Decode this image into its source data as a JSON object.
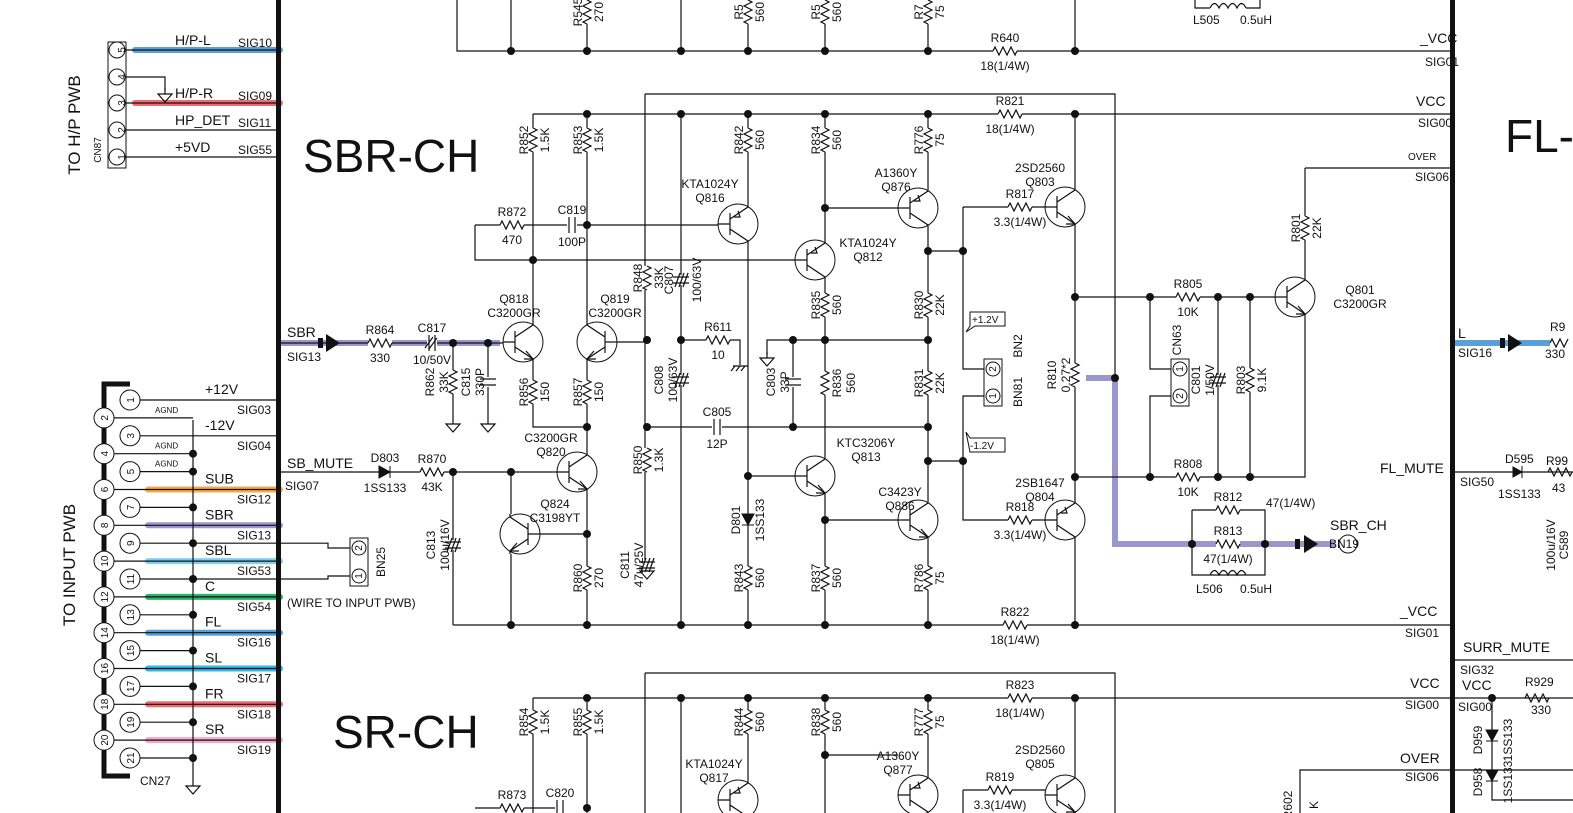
{
  "titles": {
    "sbr": "SBR-CH",
    "sr": "SR-CH",
    "fl": "FL-"
  },
  "hp_connector": {
    "vertical_label": "TO H/P PWB",
    "ref": "CN87",
    "pins": [
      {
        "pin": "5",
        "net": "H/P-L",
        "sig": "SIG10",
        "color": "#5aa0d8"
      },
      {
        "pin": "4",
        "net": "",
        "sig": "",
        "color": ""
      },
      {
        "pin": "3",
        "net": "H/P-R",
        "sig": "SIG09",
        "color": "#f06a70"
      },
      {
        "pin": "2",
        "net": "HP_DET",
        "sig": "SIG11",
        "color": ""
      },
      {
        "pin": "1",
        "net": "+5VD",
        "sig": "SIG55",
        "color": ""
      }
    ]
  },
  "input_connector": {
    "vertical_label": "TO INPUT PWB",
    "ref": "CN27",
    "pins": [
      "1",
      "2",
      "3",
      "4",
      "5",
      "6",
      "7",
      "8",
      "9",
      "10",
      "11",
      "12",
      "13",
      "14",
      "15",
      "16",
      "17",
      "18",
      "19",
      "20",
      "21"
    ],
    "agnd": "AGND",
    "nets": [
      {
        "pin": 1,
        "net": "+12V",
        "sig": "SIG03",
        "color": ""
      },
      {
        "pin": 3,
        "net": "-12V",
        "sig": "SIG04",
        "color": ""
      },
      {
        "pin": 6,
        "net": "SUB",
        "sig": "SIG12",
        "color": "#f7a94a"
      },
      {
        "pin": 8,
        "net": "SBR",
        "sig": "SIG13",
        "color": "#9a97cc"
      },
      {
        "pin": 10,
        "net": "SBL",
        "sig": "SIG53",
        "color": "#7fd0ef"
      },
      {
        "pin": 12,
        "net": "C",
        "sig": "SIG54",
        "color": "#2db36a"
      },
      {
        "pin": 14,
        "net": "FL",
        "sig": "SIG16",
        "color": "#5aa0d8"
      },
      {
        "pin": 16,
        "net": "SL",
        "sig": "SIG17",
        "color": "#2ab7ec"
      },
      {
        "pin": 18,
        "net": "FR",
        "sig": "SIG18",
        "color": "#f06a70"
      },
      {
        "pin": 20,
        "net": "SR",
        "sig": "SIG19",
        "color": "#f5a8c8"
      }
    ],
    "bn25": {
      "ref": "BN25",
      "pins": [
        "2",
        "1"
      ],
      "note": "(WIRE TO INPUT PWB)"
    }
  },
  "nets": {
    "sbr_in": "SBR",
    "sbr_in_sig": "SIG13",
    "sb_mute": "SB_MUTE",
    "sb_mute_sig": "SIG07",
    "vcc_neg_top": "_VCC",
    "vcc_neg_top_sig": "SIG01",
    "vcc_top": "VCC",
    "vcc_top_sig": "SIG00",
    "over_top": "OVER",
    "over_top_sig": "SIG06",
    "vcc_neg_bot": "_VCC",
    "vcc_neg_bot_sig": "SIG01",
    "vcc_bot": "VCC",
    "vcc_bot_sig": "SIG00",
    "over_bot": "OVER",
    "over_bot_sig": "SIG06",
    "sbr_out": "SBR_CH",
    "sbr_out_ref": "BN19",
    "plus12": "+1.2V",
    "minus12": "-1.2V",
    "bn2": "BN2",
    "bn81": "BN81",
    "cn63": "CN63",
    "fl_l": "L",
    "fl_l_sig": "SIG16",
    "fl_r": "R9",
    "fl_r_val": "330",
    "fl_mute": "FL_MUTE",
    "fl_mute_sig": "SIG50",
    "d595": "D595",
    "d595_val": "1SS133",
    "r99": "R99",
    "r99_val": "43",
    "c589": "C589",
    "c589_val": "100u/16V",
    "surr_mute": "SURR_MUTE",
    "surr_sig": "SIG32",
    "surr_vcc": "VCC",
    "surr_vcc_sig": "SIG00",
    "r929": "R929",
    "r929_val": "330",
    "d959": "D959",
    "d958": "D958",
    "d95x_val": "1SS133",
    "l505": "L505",
    "l505_val": "0.5uH",
    "l506": "L506",
    "l506_val": "0.5uH",
    "r602": "R602",
    "r602_val": "K"
  },
  "resistors": [
    {
      "ref": "R545",
      "value": "270"
    },
    {
      "ref": "R5",
      "value": "560"
    },
    {
      "ref": "R5",
      "value": "560"
    },
    {
      "ref": "R7",
      "value": "75"
    },
    {
      "ref": "R640",
      "value": "18(1/4W)"
    },
    {
      "ref": "R852",
      "value": "1.5K"
    },
    {
      "ref": "R853",
      "value": "1.5K"
    },
    {
      "ref": "R842",
      "value": "560"
    },
    {
      "ref": "R834",
      "value": "560"
    },
    {
      "ref": "R776",
      "value": "75"
    },
    {
      "ref": "R821",
      "value": "18(1/4W)"
    },
    {
      "ref": "R872",
      "value": "470"
    },
    {
      "ref": "R848",
      "value": "33K"
    },
    {
      "ref": "R835",
      "value": "560"
    },
    {
      "ref": "R830",
      "value": "22K"
    },
    {
      "ref": "R864",
      "value": "330"
    },
    {
      "ref": "R862",
      "value": "33K"
    },
    {
      "ref": "R611",
      "value": "10"
    },
    {
      "ref": "R856",
      "value": "150"
    },
    {
      "ref": "R857",
      "value": "150"
    },
    {
      "ref": "R836",
      "value": "560"
    },
    {
      "ref": "R831",
      "value": "22K"
    },
    {
      "ref": "R870",
      "value": "43K"
    },
    {
      "ref": "R850",
      "value": "1.3K"
    },
    {
      "ref": "R860",
      "value": "270"
    },
    {
      "ref": "R843",
      "value": "560"
    },
    {
      "ref": "R837",
      "value": "560"
    },
    {
      "ref": "R786",
      "value": "75"
    },
    {
      "ref": "R822",
      "value": "18(1/4W)"
    },
    {
      "ref": "R817",
      "value": "3.3(1/4W)"
    },
    {
      "ref": "R818",
      "value": "3.3(1/4W)"
    },
    {
      "ref": "R810",
      "value": "0.27*2"
    },
    {
      "ref": "R805",
      "value": "10K"
    },
    {
      "ref": "R808",
      "value": "10K"
    },
    {
      "ref": "R801",
      "value": "22K"
    },
    {
      "ref": "R803",
      "value": "9.1K"
    },
    {
      "ref": "R812",
      "value": "47(1/4W)"
    },
    {
      "ref": "R813",
      "value": "47(1/4W)"
    },
    {
      "ref": "R854",
      "value": "1.5K"
    },
    {
      "ref": "R855",
      "value": "1.5K"
    },
    {
      "ref": "R844",
      "value": "560"
    },
    {
      "ref": "R838",
      "value": "560"
    },
    {
      "ref": "R777",
      "value": "75"
    },
    {
      "ref": "R823",
      "value": "18(1/4W)"
    },
    {
      "ref": "R873",
      "value": ""
    },
    {
      "ref": "R819",
      "value": "3.3(1/4W)"
    }
  ],
  "capacitors": [
    {
      "ref": "C819",
      "value": "100P"
    },
    {
      "ref": "C817",
      "value": "10/50V"
    },
    {
      "ref": "C815",
      "value": "330P"
    },
    {
      "ref": "C807",
      "value": "100/63V"
    },
    {
      "ref": "C808",
      "value": "100/63V"
    },
    {
      "ref": "C805",
      "value": "12P"
    },
    {
      "ref": "C803",
      "value": "33P"
    },
    {
      "ref": "C813",
      "value": "100u/16V"
    },
    {
      "ref": "C811",
      "value": "47u/25V"
    },
    {
      "ref": "C801",
      "value": "1/50V"
    },
    {
      "ref": "C820",
      "value": ""
    }
  ],
  "diodes": [
    {
      "ref": "D803",
      "value": "1SS133"
    },
    {
      "ref": "D801",
      "value": "1SS133"
    }
  ],
  "transistors": [
    {
      "ref": "Q816",
      "type": "KTA1024Y"
    },
    {
      "ref": "Q812",
      "type": "KTA1024Y"
    },
    {
      "ref": "Q876",
      "type": "A1360Y"
    },
    {
      "ref": "Q803",
      "type": "2SD2560"
    },
    {
      "ref": "Q818",
      "type": "C3200GR"
    },
    {
      "ref": "Q819",
      "type": "C3200GR"
    },
    {
      "ref": "Q820",
      "type": "C3200GR"
    },
    {
      "ref": "Q824",
      "type": "C3198YT"
    },
    {
      "ref": "Q813",
      "type": "KTC3206Y"
    },
    {
      "ref": "Q886",
      "type": "C3423Y"
    },
    {
      "ref": "Q804",
      "type": "2SB1647"
    },
    {
      "ref": "Q801",
      "type": "C3200GR"
    },
    {
      "ref": "Q817",
      "type": "KTA1024Y"
    },
    {
      "ref": "Q877",
      "type": "A1360Y"
    },
    {
      "ref": "Q805",
      "type": "2SD2560"
    }
  ],
  "colors": {
    "signal_path": "#9a97cc",
    "fl_path": "#5aa0d8",
    "ink": "#111111"
  }
}
